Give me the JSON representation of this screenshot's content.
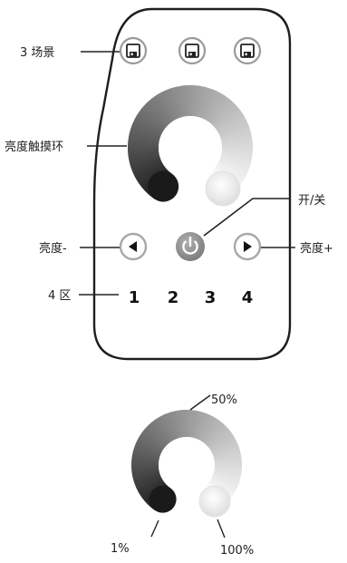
{
  "remote": {
    "scene_buttons": [
      "save-icon",
      "save-icon",
      "save-icon"
    ],
    "zone_numbers": [
      "1",
      "2",
      "3",
      "4"
    ],
    "power_icon": "power-icon",
    "left_arrow_icon": "triangle-left-icon",
    "right_arrow_icon": "triangle-right-icon"
  },
  "callouts": {
    "scenes": "3 场景",
    "touch_ring": "亮度触摸环",
    "on_off": "开/关",
    "brightness_down": "亮度-",
    "brightness_up": "亮度+",
    "zones": "4 区"
  },
  "ring_scale": {
    "mid": "50%",
    "min": "1%",
    "max": "100%"
  },
  "colors": {
    "ring_dark": "#1a1a1a",
    "ring_light": "#ffffff",
    "button_gray": "#8a8a8a"
  }
}
